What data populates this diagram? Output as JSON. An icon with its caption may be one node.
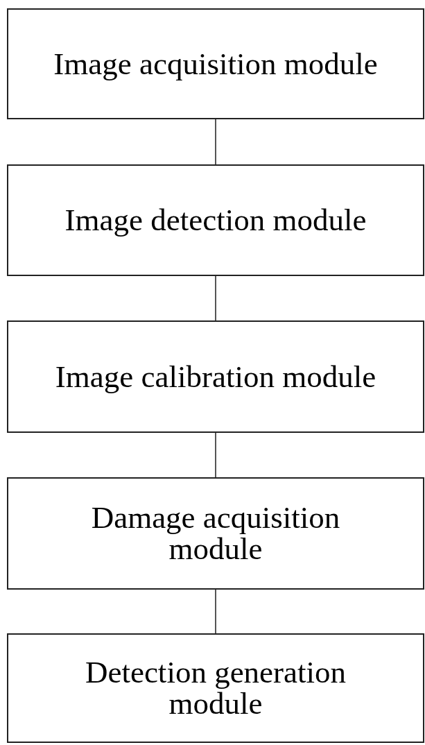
{
  "diagram": {
    "nodes": [
      {
        "text": [
          "Image acquisition module"
        ]
      },
      {
        "text": [
          "Image detection module"
        ]
      },
      {
        "text": [
          "Image calibration module"
        ]
      },
      {
        "text": [
          "Damage acquisition module"
        ]
      },
      {
        "text": [
          "Detection generation module"
        ]
      }
    ],
    "edges": [
      {
        "from": 0,
        "to": 1,
        "arrow": "none"
      },
      {
        "from": 1,
        "to": 2,
        "arrow": "none"
      },
      {
        "from": 2,
        "to": 3,
        "arrow": "none"
      },
      {
        "from": 3,
        "to": 4,
        "arrow": "none"
      }
    ]
  }
}
